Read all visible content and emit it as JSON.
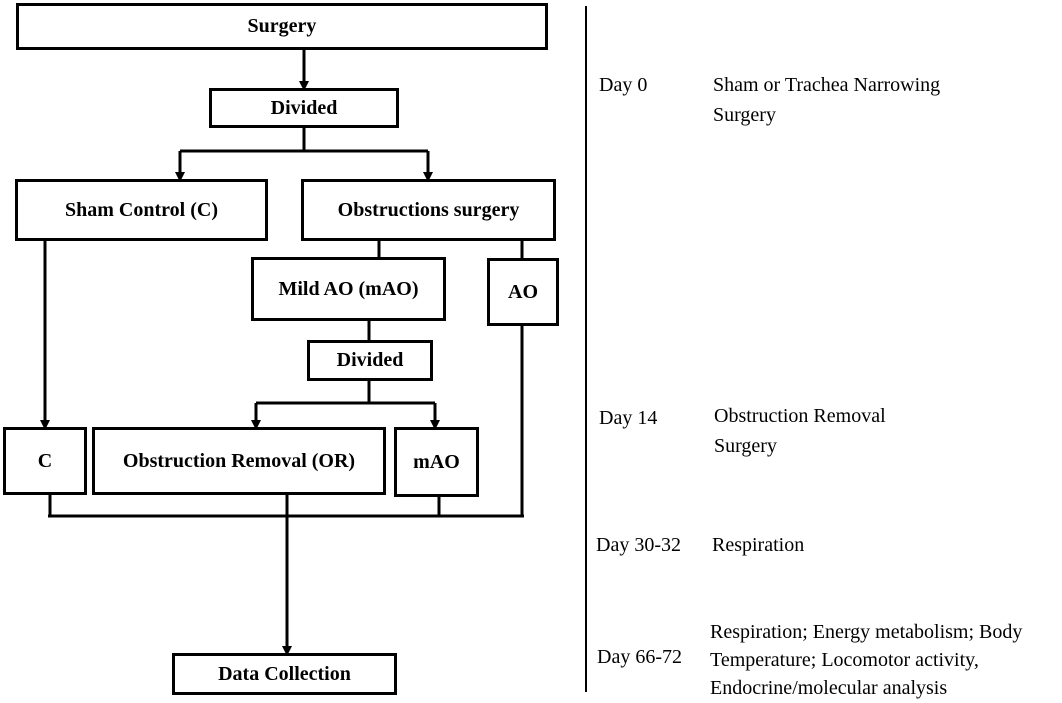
{
  "flow": {
    "surgery": "Surgery",
    "divided_1": "Divided",
    "sham_control": "Sham Control (C)",
    "obstructions_surgery": "Obstructions surgery",
    "mild_ao": "Mild AO (mAO)",
    "ao": "AO",
    "divided_2": "Divided",
    "c": "C",
    "obstruction_removal": "Obstruction Removal (OR)",
    "mao": "mAO",
    "data_collection": "Data Collection"
  },
  "timeline": [
    {
      "day": "Day 0",
      "lines": [
        "Sham or Trachea Narrowing",
        "Surgery"
      ]
    },
    {
      "day": "Day 14",
      "lines": [
        "Obstruction Removal",
        "Surgery"
      ]
    },
    {
      "day": "Day 30-32",
      "lines": [
        "Respiration"
      ]
    },
    {
      "day": "Day 66-72",
      "lines": [
        "Respiration; Energy metabolism; Body",
        "Temperature; Locomotor activity,",
        "Endocrine/molecular analysis"
      ]
    }
  ]
}
